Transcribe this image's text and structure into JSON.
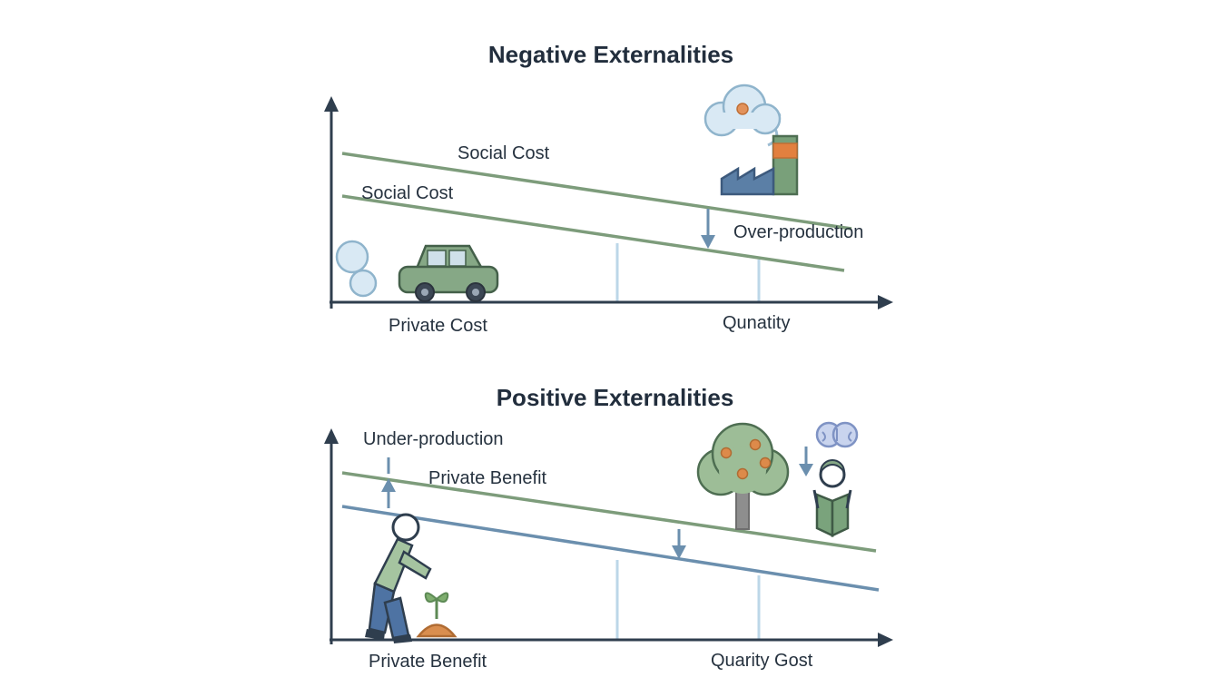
{
  "figure": {
    "kind": "economics-externalities-diagram",
    "background": "#ffffff"
  },
  "colors": {
    "title_text": "#222e3d",
    "label_text": "#26323f",
    "axis": "#2f3e4e",
    "green_line": "#7d9c7b",
    "blue_line": "#6b8fae",
    "tick_line": "#bcd7e8",
    "arrow_blue": "#6b8fae",
    "cloud_fill": "#d9e9f4",
    "orange_accent": "#e2803f"
  },
  "negative_chart": {
    "title": "Negative Externalities",
    "upper_line_label": "Social Cost",
    "lower_line_label": "Social Cost",
    "annotation": "Over-production",
    "x_label_left": "Private Cost",
    "x_label_right": "Qunatity",
    "lines": [
      {
        "name": "social-cost-upper",
        "color": "#7d9c7b",
        "slope": "down"
      },
      {
        "name": "social-cost-lower",
        "color": "#7d9c7b",
        "slope": "down"
      }
    ],
    "icons": [
      "factory-icon",
      "smoke-cloud-icon",
      "car-exhaust-icon",
      "down-arrow-icon"
    ]
  },
  "positive_chart": {
    "title": "Positive Externalities",
    "annotation": "Under-production",
    "upper_line_label": "Private Benefit",
    "x_label_left": "Private Benefit",
    "x_label_right": "Quarity Gost",
    "lines": [
      {
        "name": "private-benefit-upper",
        "color": "#7d9c7b",
        "slope": "down"
      },
      {
        "name": "social-benefit-lower",
        "color": "#6b8fae",
        "slope": "down"
      }
    ],
    "icons": [
      "person-planting-icon",
      "sprout-icon",
      "tree-icon",
      "brain-icon",
      "person-reading-icon",
      "up-arrow-icon",
      "down-arrow-icon"
    ]
  }
}
